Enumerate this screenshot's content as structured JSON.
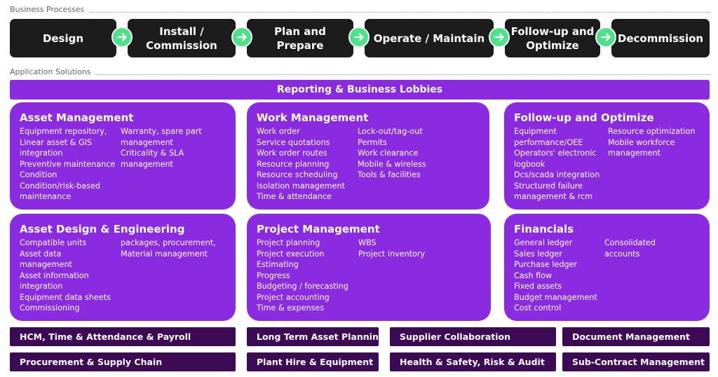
{
  "sections": {
    "business_processes": "Business Processes",
    "application_solutions": "Application Solutions"
  },
  "processes": [
    {
      "line1": "Design",
      "line2": ""
    },
    {
      "line1": "Install /",
      "line2": "Commission"
    },
    {
      "line1": "Plan and",
      "line2": "Prepare"
    },
    {
      "line1": "Operate / Maintain",
      "line2": ""
    },
    {
      "line1": "Follow-up and",
      "line2": "Optimize"
    },
    {
      "line1": "Decommission",
      "line2": ""
    }
  ],
  "reporting_bar": "Reporting & Business Lobbies",
  "cards": {
    "asset_management": {
      "title": "Asset Management",
      "col1": [
        "Equipment repository,",
        "Linear asset & GIS",
        "integration",
        "Preventive maintenance",
        "Condition",
        "Condition/risk-based",
        "maintenance"
      ],
      "col2": [
        "Warranty, spare part",
        "management",
        "Criticality & SLA",
        "management"
      ]
    },
    "work_management": {
      "title": "Work Management",
      "col1": [
        "Work order",
        "Service quotations",
        "Work order routes",
        "Resource planning",
        "Resource scheduling",
        "Isolation management",
        "Time & attendance"
      ],
      "col2": [
        "Lock-out/tag-out",
        "Permits",
        "Work clearance",
        "Mobile & wireless",
        "Tools & facilities"
      ]
    },
    "follow_up": {
      "title": "Follow-up and Optimize",
      "col1": [
        "Equipment",
        "performance/OEE",
        "Operators' electronic",
        "logbook",
        "Dcs/scada integration",
        "Structured failure",
        "management & rcm"
      ],
      "col2": [
        "Resource optimization",
        "Mobile workforce",
        "management"
      ]
    },
    "asset_design": {
      "title": "Asset Design & Engineering",
      "col1": [
        "Compatible units",
        "Asset data",
        "management",
        "Asset information",
        "integration",
        "Equipment data sheets",
        "Commissioning"
      ],
      "col2": [
        "packages, procurement,",
        "Material management"
      ]
    },
    "project_management": {
      "title": "Project Management",
      "col1": [
        "Project planning",
        "Project execution",
        "Estimating",
        "Progress",
        "Budgeting / forecasting",
        "Project accounting",
        "Time & expenses"
      ],
      "col2": [
        "WBS",
        "Project inventory"
      ]
    },
    "financials": {
      "title": "Financials",
      "col1": [
        "General ledger",
        "Sales ledger",
        "Purchase ledger",
        "Cash flow",
        "Fixed assets",
        "Budget management",
        "Cost control"
      ],
      "col2": [
        "Consolidated",
        "accounts"
      ]
    }
  },
  "modules": [
    "HCM, Time & Attendance & Payroll",
    "Long Term Asset Planning",
    "Supplier Collaboration",
    "Document Management",
    "Procurement & Supply Chain",
    "Plant Hire & Equipment",
    "Health & Safety, Risk & Audit",
    "Sub-Contract Management"
  ],
  "colors": {
    "card_purple": "#8a2be2",
    "module_dark": "#3d0a56",
    "process_dark": "#1c1c1c",
    "arrow_green": "#4ee08a"
  }
}
